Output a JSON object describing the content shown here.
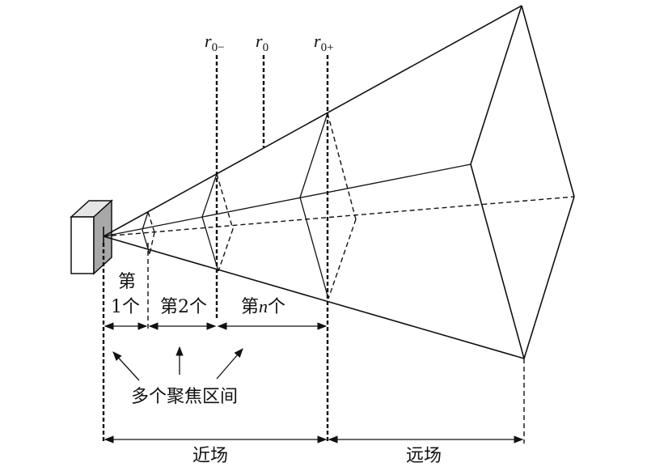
{
  "labels": {
    "r_minus": {
      "base": "r",
      "sub": "0−"
    },
    "r_zero": {
      "base": "r",
      "sub": "0"
    },
    "r_plus": {
      "base": "r",
      "sub": "0+"
    },
    "interval1_top": "第",
    "interval1_bottom": "1个",
    "interval2": "第2个",
    "intervaln_prefix": "第",
    "intervaln_var": "n",
    "intervaln_suffix": "个",
    "focus_zones": "多个聚焦区间",
    "near_field": "近场",
    "far_field": "远场"
  }
}
